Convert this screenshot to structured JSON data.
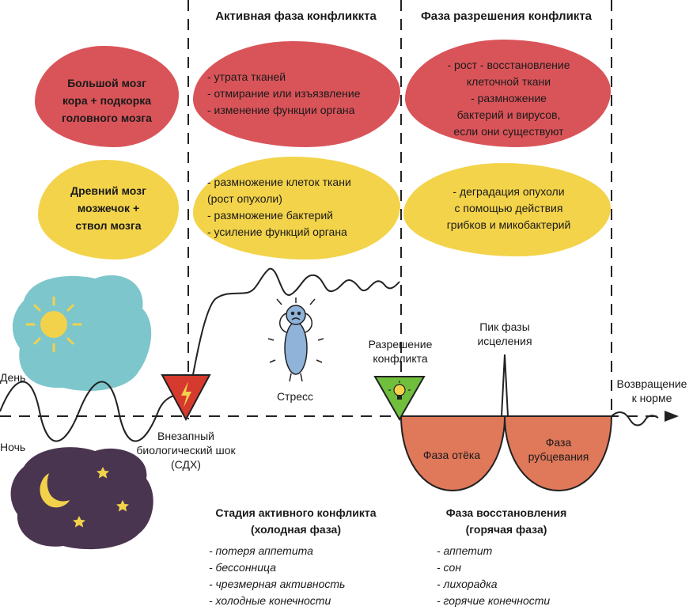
{
  "headers": {
    "active": "Активная фаза конфликкта",
    "resolution": "Фаза разрешения конфликта"
  },
  "rows": [
    {
      "brain": [
        "Большой мозг",
        "кора + подкорка",
        "головного мозга"
      ],
      "active": [
        "- утрата тканей",
        "- отмирание или изъязвление",
        "- изменение функции органа"
      ],
      "resolution": [
        "- рост - восстановление",
        "клеточной ткани",
        "- размножение",
        "бактерий и вирусов,",
        "если они существуют"
      ]
    },
    {
      "brain": [
        "Древний мозг",
        "мозжечок +",
        "ствол мозга"
      ],
      "active": [
        "- размножение клеток ткани",
        "(рост опухоли)",
        "- размножение бактерий",
        "- усиление функций органа"
      ],
      "resolution": [
        "- деградация опухоли",
        "с помощью действия",
        "грибков и микобактерий"
      ]
    }
  ],
  "labels": {
    "day": "День",
    "night": "Ночь",
    "stress": "Стресс",
    "shock": [
      "Внезапный",
      "биологический шок",
      "(СДХ)"
    ],
    "resolution_point": [
      "Разрешение",
      "конфликта"
    ],
    "peak": [
      "Пик фазы",
      "исцеления"
    ],
    "return": [
      "Возвращение",
      "к норме"
    ],
    "edema": "Фаза отёка",
    "scarring": [
      "Фаза",
      "рубцевания"
    ]
  },
  "bottom": {
    "active_title": [
      "Стадия активного конфликта",
      "(холодная фаза)"
    ],
    "active_symptoms": [
      "- потеря аппетита",
      "- бессонница",
      "- чрезмерная активность",
      "- холодные конечности"
    ],
    "recovery_title": [
      "Фаза восстановления",
      "(горячая фаза)"
    ],
    "recovery_symptoms": [
      "- аппетит",
      "- сон",
      "- лихорадка",
      "- горячие конечности"
    ]
  },
  "colors": {
    "red": "#d95459",
    "yellow": "#f3d34a",
    "day_cloud": "#7dc6cc",
    "sun": "#f2d24a",
    "night_cloud": "#4a3550",
    "healing": "#e0785a",
    "shock_triangle": "#d63a2e",
    "resolution_triangle": "#6fbf3d"
  },
  "icons": [
    "sun-icon",
    "moon-icon",
    "star-icon",
    "lightning-icon",
    "lightbulb-icon",
    "stressed-figure-icon",
    "arrow-right-icon"
  ]
}
